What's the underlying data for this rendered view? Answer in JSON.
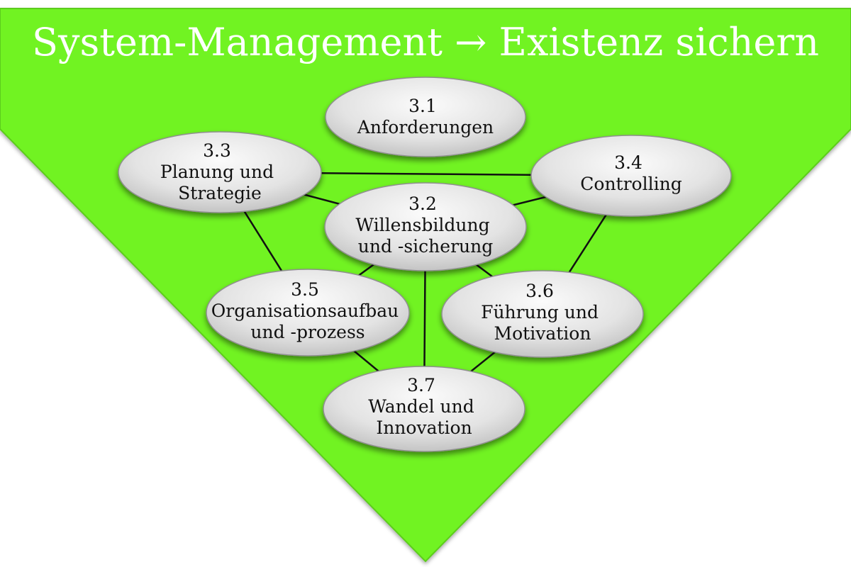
{
  "title": "System-Management → Existenz sichern",
  "colors": {
    "background_funnel": "#71f322",
    "funnel_edge": "#5ccc1a",
    "node_fill_light": "#f8f8f8",
    "node_fill_dark": "#c9c9c9",
    "connector": "#111111",
    "title_text": "#ffffff"
  },
  "nodes": {
    "n31": {
      "number": "3.1",
      "lines": [
        "Anforderungen"
      ]
    },
    "n32": {
      "number": "3.2",
      "lines": [
        "Willensbildung",
        "und -sicherung"
      ]
    },
    "n33": {
      "number": "3.3",
      "lines": [
        "Planung und",
        "Strategie"
      ]
    },
    "n34": {
      "number": "3.4",
      "lines": [
        "Controlling"
      ]
    },
    "n35": {
      "number": "3.5",
      "lines": [
        "Organisationsaufbau",
        "und -prozess"
      ]
    },
    "n36": {
      "number": "3.6",
      "lines": [
        "Führung und",
        "Motivation"
      ]
    },
    "n37": {
      "number": "3.7",
      "lines": [
        "Wandel und",
        "Innovation"
      ]
    }
  },
  "connections": [
    [
      "n33",
      "n34"
    ],
    [
      "n33",
      "n32"
    ],
    [
      "n34",
      "n32"
    ],
    [
      "n33",
      "n35"
    ],
    [
      "n34",
      "n36"
    ],
    [
      "n32",
      "n35"
    ],
    [
      "n32",
      "n36"
    ],
    [
      "n32",
      "n37"
    ],
    [
      "n35",
      "n37"
    ],
    [
      "n36",
      "n37"
    ]
  ]
}
